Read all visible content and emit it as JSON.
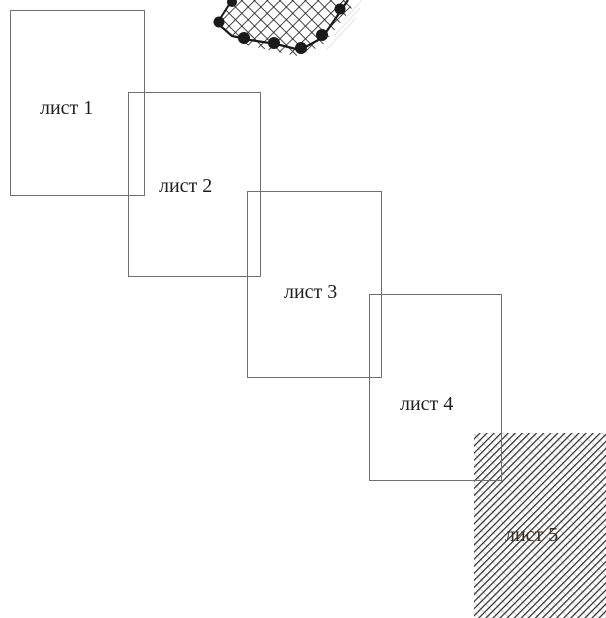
{
  "sheets": [
    {
      "label": "лист 1"
    },
    {
      "label": "лист 2"
    },
    {
      "label": "лист 3"
    },
    {
      "label": "лист 4"
    },
    {
      "label": "лист 5"
    }
  ],
  "colors": {
    "frame": "#6f6f6f",
    "text": "#1e1e1e",
    "hatch": "#2b2b2b",
    "mesh_node": "#1a1a1a"
  },
  "icons": {
    "mesh_fragment": "net-mesh-icon"
  }
}
